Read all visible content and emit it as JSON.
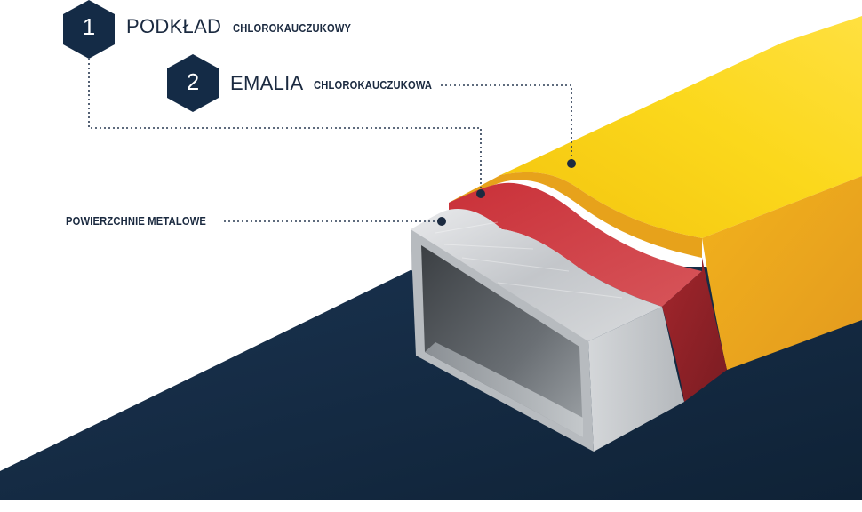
{
  "layers": [
    {
      "number": "1",
      "name": "PODKŁAD",
      "type": "CHLOROKAUCZUKOWY"
    },
    {
      "number": "2",
      "name": "EMALIA",
      "type": "CHLOROKAUCZUKOWA"
    }
  ],
  "substrate": {
    "label": "POWIERZCHNIE METALOWE"
  },
  "colors": {
    "navy": "#132a43",
    "yellow": "#f7cc0d",
    "orange": "#eba522",
    "red": "#c8343a",
    "metal": "#c9cccf",
    "text": "#1b2a40"
  }
}
